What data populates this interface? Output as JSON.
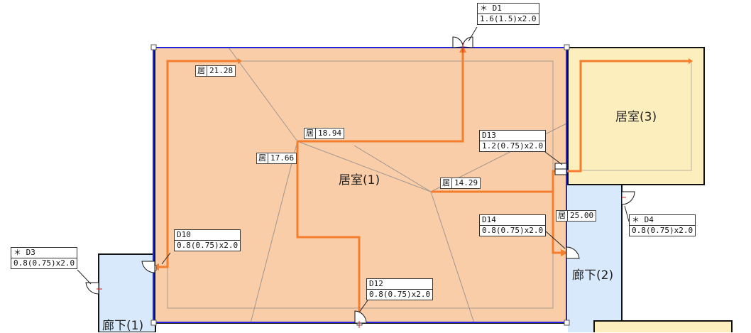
{
  "rooms": {
    "main": "居室(1)",
    "room3": "居室(3)",
    "hall1": "廊下(1)",
    "hall2": "廊下(2)"
  },
  "doors": [
    {
      "id": "D1",
      "line1": "＊ D1",
      "line2": "1.6(1.5)x2.0"
    },
    {
      "id": "D13",
      "line1": "D13",
      "line2": "1.2(0.75)x2.0"
    },
    {
      "id": "D14",
      "line1": "D14",
      "line2": "0.8(0.75)x2.0"
    },
    {
      "id": "D10",
      "line1": "D10",
      "line2": "0.8(0.75)x2.0"
    },
    {
      "id": "D12",
      "line1": "D12",
      "line2": "0.8(0.75)x2.0"
    },
    {
      "id": "D3",
      "line1": "＊ D3",
      "line2": "0.8(0.75)x2.0"
    },
    {
      "id": "D4",
      "line1": "＊ D4",
      "line2": "0.8(0.75)x2.0"
    }
  ],
  "distances": [
    {
      "key": "居",
      "value": "21.28"
    },
    {
      "key": "居",
      "value": "18.94"
    },
    {
      "key": "居",
      "value": "17.66"
    },
    {
      "key": "居",
      "value": "14.29"
    },
    {
      "key": "居",
      "value": "25.00"
    }
  ],
  "colors": {
    "room_main": "#f9cda8",
    "room3": "#fdeebd",
    "hall": "#d8e9fb",
    "route": "#f47d2e",
    "selection": "#2222dd"
  }
}
